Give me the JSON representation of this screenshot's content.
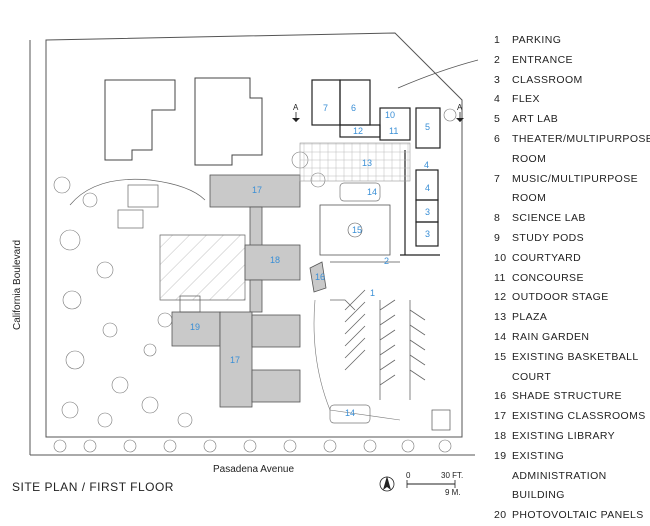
{
  "title": "SITE PLAN / FIRST FLOOR",
  "streets": {
    "west": "California Boulevard",
    "south": "Pasadena Avenue"
  },
  "section_marker": "A",
  "scale": {
    "zero": "0",
    "feet": "30 FT.",
    "meters": "9 M."
  },
  "colors": {
    "label": "#3a8fd6",
    "existing_fill": "#c9c9c9",
    "line": "#333333"
  },
  "legend": [
    {
      "n": "1",
      "text": "PARKING"
    },
    {
      "n": "2",
      "text": "ENTRANCE"
    },
    {
      "n": "3",
      "text": "CLASSROOM"
    },
    {
      "n": "4",
      "text": "FLEX"
    },
    {
      "n": "5",
      "text": "ART LAB"
    },
    {
      "n": "6",
      "text": "THEATER/MULTIPURPOSE ROOM"
    },
    {
      "n": "7",
      "text": "MUSIC/MULTIPURPOSE ROOM"
    },
    {
      "n": "8",
      "text": "SCIENCE LAB"
    },
    {
      "n": "9",
      "text": "STUDY PODS"
    },
    {
      "n": "10",
      "text": "COURTYARD"
    },
    {
      "n": "11",
      "text": "CONCOURSE"
    },
    {
      "n": "12",
      "text": "OUTDOOR STAGE"
    },
    {
      "n": "13",
      "text": "PLAZA"
    },
    {
      "n": "14",
      "text": "RAIN GARDEN"
    },
    {
      "n": "15",
      "text": "EXISTING BASKETBALL COURT"
    },
    {
      "n": "16",
      "text": "SHADE STRUCTURE"
    },
    {
      "n": "17",
      "text": "EXISTING CLASSROOMS"
    },
    {
      "n": "18",
      "text": "EXISTING LIBRARY"
    },
    {
      "n": "19",
      "text": "EXISTING ADMINISTRATION BUILDING"
    },
    {
      "n": "20",
      "text": "PHOTOVOLTAIC PANELS"
    }
  ],
  "plan_labels": {
    "parking": "1",
    "entrance": "2",
    "classroom_a": "3",
    "classroom_b": "3",
    "flex_a": "4",
    "flex_b": "4",
    "artlab": "5",
    "theater": "6",
    "music": "7",
    "courtyard": "10",
    "concourse": "11",
    "stage": "12",
    "plaza": "13",
    "rain_garden_a": "14",
    "rain_garden_b": "14",
    "court": "15",
    "shade": "16",
    "exist_class_a": "17",
    "exist_class_b": "17",
    "library": "18",
    "admin": "19"
  }
}
